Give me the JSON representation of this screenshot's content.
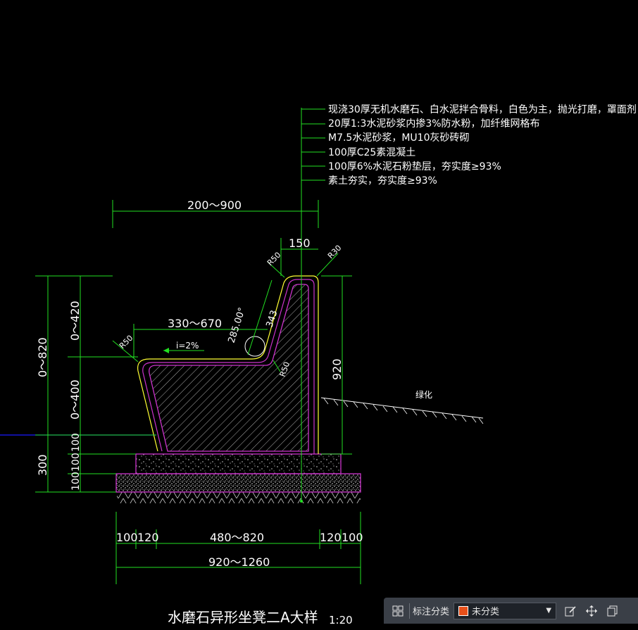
{
  "colors": {
    "background": "#000000",
    "dimension": "#22e022",
    "outline_magenta": "#cc33cc",
    "outline_yellow": "#ffff33",
    "ground_line": "#1a1aff",
    "category_swatch": "#e8501a"
  },
  "drawing": {
    "title": "水磨石异形坐凳二A大样",
    "scale": "1:20",
    "green_label": "绿化",
    "slope_label": "i=2%",
    "layers": [
      "现浇30厚无机水磨石、白水泥拌合骨料，白色为主，抛光打磨，罩面剂",
      "20厚1:3水泥砂浆内掺3%防水粉，加纤维网格布",
      "M7.5水泥砂浆，MU10灰砂砖砌",
      "100厚C25素混凝土",
      "100厚6%水泥石粉垫层，夯实度≥93%",
      "素土夯实，夯实度≥93%"
    ],
    "dims": {
      "top_width": "200～900",
      "back_thickness": "150",
      "seat_depth": "330～670",
      "angle": "285.00°",
      "back_slant": "343",
      "right_height": "920",
      "bottom_mid": "480～820",
      "total_width": "920～1260",
      "left_total": "0～820",
      "left_upper": "0～420",
      "left_lower": "0～400",
      "left_base": "300",
      "d100": "100",
      "d120": "120",
      "radius_r30": "R30",
      "radius_r50": "R50"
    }
  },
  "toolbar": {
    "label": "标注分类",
    "category_value": "未分类",
    "icons": [
      "group-icon",
      "edit-icon",
      "move-icon",
      "copy-icon"
    ]
  }
}
